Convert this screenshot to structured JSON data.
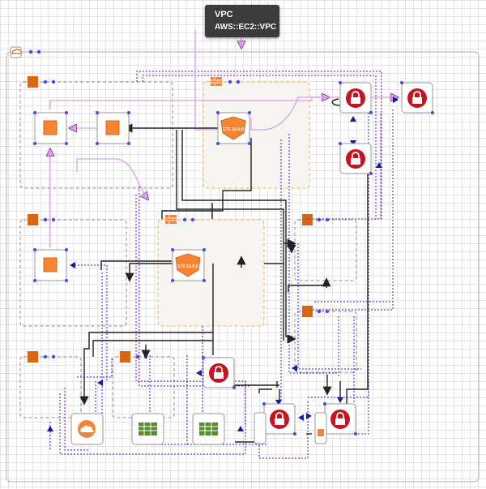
{
  "tooltip": {
    "title": "VPC",
    "subtitle": "AWS::EC2::VPC"
  },
  "diagram": {
    "route_table_label": "172.16.0.0",
    "colors": {
      "node_bg": "#ffffff",
      "node_border": "#999999",
      "orange": "#f58534",
      "orange_dark": "#d86613",
      "red": "#c7131f",
      "green": "#5a8a2e",
      "route_purple": "#7e3fb8",
      "arrow_pink": "#c98bd9",
      "dashed_gray": "#8c8c8c",
      "dashed_orange": "#f5b642",
      "dot_blue": "#4a4ae6",
      "dark_line": "#222222"
    },
    "nodes": [
      {
        "id": "instance-1",
        "kind": "instance"
      },
      {
        "id": "instance-2",
        "kind": "instance"
      },
      {
        "id": "instance-3",
        "kind": "instance"
      },
      {
        "id": "route-table-1",
        "kind": "route-table"
      },
      {
        "id": "route-table-2",
        "kind": "route-table"
      },
      {
        "id": "security-group-1",
        "kind": "security-group"
      },
      {
        "id": "security-group-2",
        "kind": "security-group"
      },
      {
        "id": "security-group-3",
        "kind": "security-group"
      },
      {
        "id": "security-group-4",
        "kind": "security-group"
      },
      {
        "id": "security-group-5",
        "kind": "security-group"
      },
      {
        "id": "security-group-6",
        "kind": "security-group"
      },
      {
        "id": "internet-gateway",
        "kind": "cloud"
      },
      {
        "id": "nat-gateway-1",
        "kind": "gateway"
      },
      {
        "id": "nat-gateway-2",
        "kind": "gateway"
      }
    ]
  }
}
